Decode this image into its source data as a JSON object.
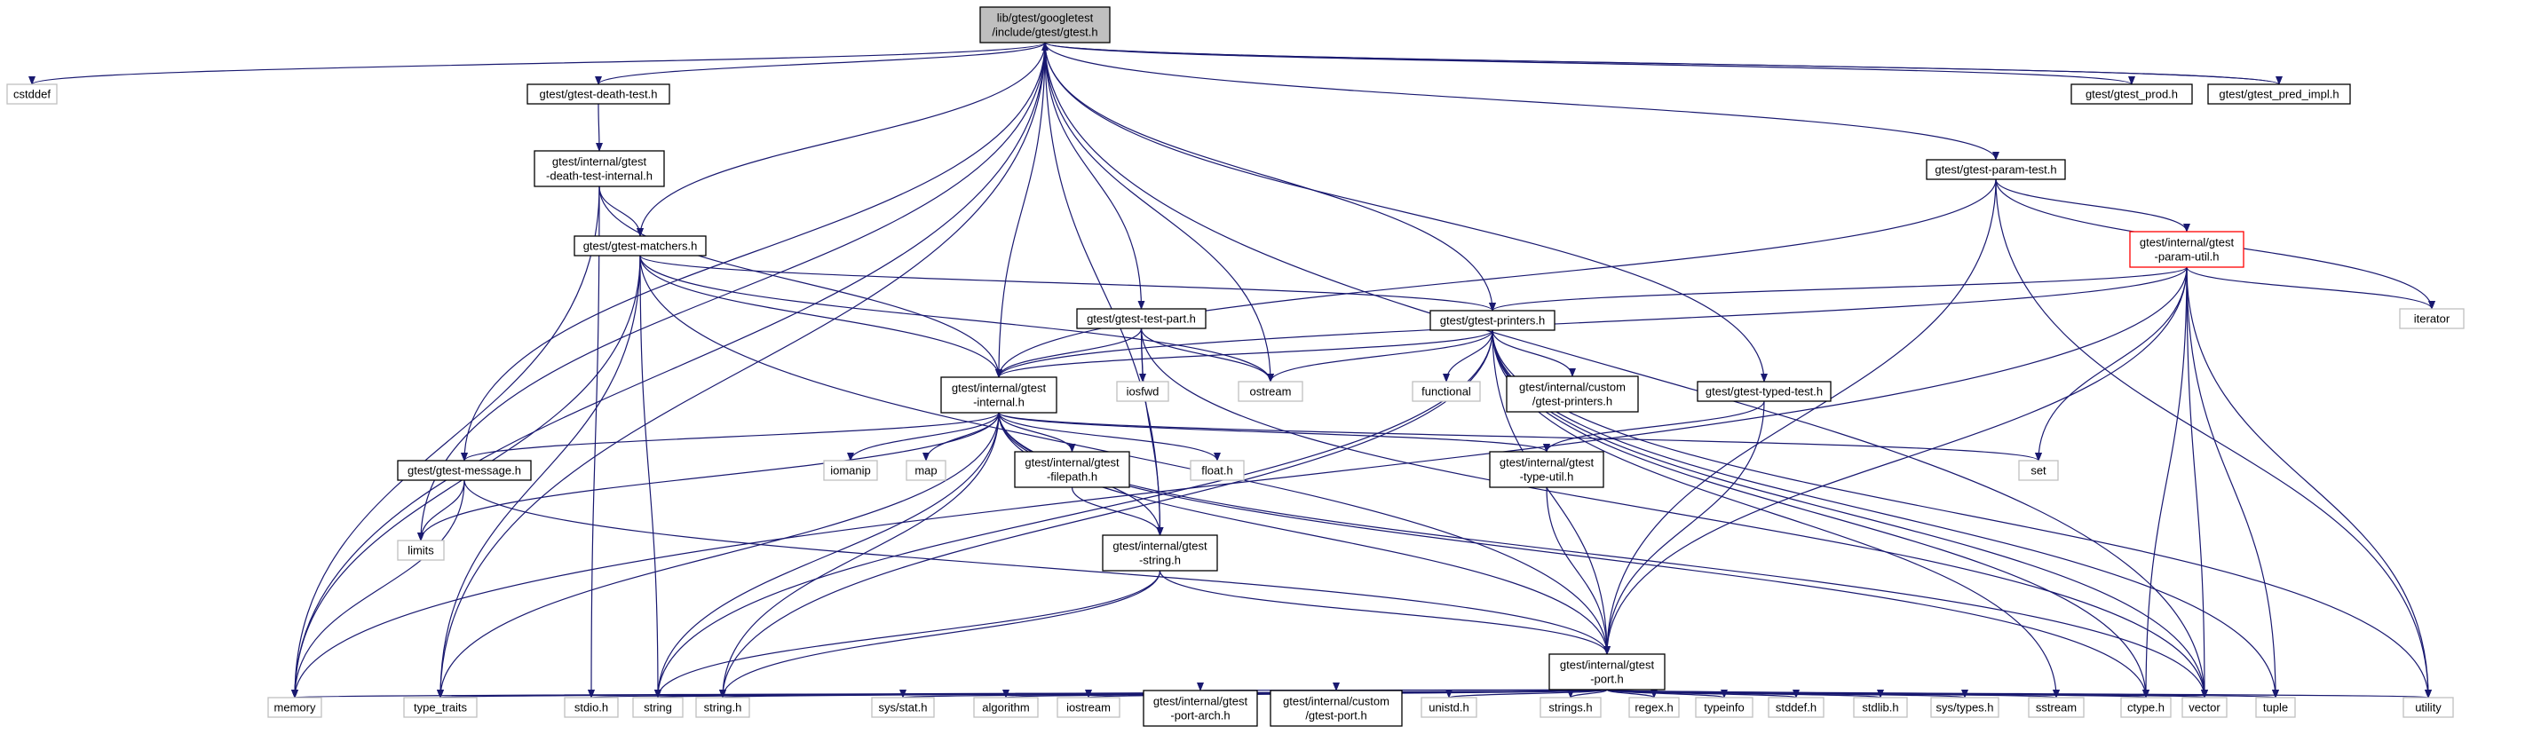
{
  "colors": {
    "edge": "#191970",
    "internal_border": "#000000",
    "external_border": "#bfbfbf",
    "external_text": "#000000",
    "root_fill": "#bfbfbf",
    "highlight_border": "#ff0000"
  },
  "nodes": [
    {
      "id": "root",
      "lines": [
        "lib/gtest/googletest",
        "/include/gtest/gtest.h"
      ],
      "kind": "root"
    },
    {
      "id": "cstddef",
      "lines": [
        "cstddef"
      ],
      "kind": "external"
    },
    {
      "id": "death_test",
      "lines": [
        "gtest/gtest-death-test.h"
      ],
      "kind": "internal"
    },
    {
      "id": "gtest_prod",
      "lines": [
        "gtest/gtest_prod.h"
      ],
      "kind": "internal"
    },
    {
      "id": "pred_impl",
      "lines": [
        "gtest/gtest_pred_impl.h"
      ],
      "kind": "internal"
    },
    {
      "id": "death_internal",
      "lines": [
        "gtest/internal/gtest",
        "-death-test-internal.h"
      ],
      "kind": "internal"
    },
    {
      "id": "param_test",
      "lines": [
        "gtest/gtest-param-test.h"
      ],
      "kind": "internal"
    },
    {
      "id": "matchers",
      "lines": [
        "gtest/gtest-matchers.h"
      ],
      "kind": "internal"
    },
    {
      "id": "param_util",
      "lines": [
        "gtest/internal/gtest",
        "-param-util.h"
      ],
      "kind": "highlight"
    },
    {
      "id": "iterator",
      "lines": [
        "iterator"
      ],
      "kind": "external"
    },
    {
      "id": "test_part",
      "lines": [
        "gtest/gtest-test-part.h"
      ],
      "kind": "internal"
    },
    {
      "id": "printers",
      "lines": [
        "gtest/gtest-printers.h"
      ],
      "kind": "internal"
    },
    {
      "id": "internal",
      "lines": [
        "gtest/internal/gtest",
        "-internal.h"
      ],
      "kind": "internal"
    },
    {
      "id": "iosfwd",
      "lines": [
        "iosfwd"
      ],
      "kind": "external"
    },
    {
      "id": "ostream",
      "lines": [
        "ostream"
      ],
      "kind": "external"
    },
    {
      "id": "functional",
      "lines": [
        "functional"
      ],
      "kind": "external"
    },
    {
      "id": "custom_printers",
      "lines": [
        "gtest/internal/custom",
        "/gtest-printers.h"
      ],
      "kind": "internal"
    },
    {
      "id": "typed_test",
      "lines": [
        "gtest/gtest-typed-test.h"
      ],
      "kind": "internal"
    },
    {
      "id": "message",
      "lines": [
        "gtest/gtest-message.h"
      ],
      "kind": "internal"
    },
    {
      "id": "iomanip",
      "lines": [
        "iomanip"
      ],
      "kind": "external"
    },
    {
      "id": "map",
      "lines": [
        "map"
      ],
      "kind": "external"
    },
    {
      "id": "filepath",
      "lines": [
        "gtest/internal/gtest",
        "-filepath.h"
      ],
      "kind": "internal"
    },
    {
      "id": "float_h",
      "lines": [
        "float.h"
      ],
      "kind": "external"
    },
    {
      "id": "type_util",
      "lines": [
        "gtest/internal/gtest",
        "-type-util.h"
      ],
      "kind": "internal"
    },
    {
      "id": "set",
      "lines": [
        "set"
      ],
      "kind": "external"
    },
    {
      "id": "limits",
      "lines": [
        "limits"
      ],
      "kind": "external"
    },
    {
      "id": "gstring",
      "lines": [
        "gtest/internal/gtest",
        "-string.h"
      ],
      "kind": "internal"
    },
    {
      "id": "port",
      "lines": [
        "gtest/internal/gtest",
        "-port.h"
      ],
      "kind": "internal"
    },
    {
      "id": "memory",
      "lines": [
        "memory"
      ],
      "kind": "external"
    },
    {
      "id": "type_traits",
      "lines": [
        "type_traits"
      ],
      "kind": "external"
    },
    {
      "id": "stdio_h",
      "lines": [
        "stdio.h"
      ],
      "kind": "external"
    },
    {
      "id": "string",
      "lines": [
        "string"
      ],
      "kind": "external"
    },
    {
      "id": "string_h",
      "lines": [
        "string.h"
      ],
      "kind": "external"
    },
    {
      "id": "sys_stat",
      "lines": [
        "sys/stat.h"
      ],
      "kind": "external"
    },
    {
      "id": "algorithm",
      "lines": [
        "algorithm"
      ],
      "kind": "external"
    },
    {
      "id": "iostream",
      "lines": [
        "iostream"
      ],
      "kind": "external"
    },
    {
      "id": "port_arch",
      "lines": [
        "gtest/internal/gtest",
        "-port-arch.h"
      ],
      "kind": "internal"
    },
    {
      "id": "custom_port",
      "lines": [
        "gtest/internal/custom",
        "/gtest-port.h"
      ],
      "kind": "internal"
    },
    {
      "id": "unistd",
      "lines": [
        "unistd.h"
      ],
      "kind": "external"
    },
    {
      "id": "strings_h",
      "lines": [
        "strings.h"
      ],
      "kind": "external"
    },
    {
      "id": "regex",
      "lines": [
        "regex.h"
      ],
      "kind": "external"
    },
    {
      "id": "typeinfo",
      "lines": [
        "typeinfo"
      ],
      "kind": "external"
    },
    {
      "id": "stddef_h",
      "lines": [
        "stddef.h"
      ],
      "kind": "external"
    },
    {
      "id": "stdlib_h",
      "lines": [
        "stdlib.h"
      ],
      "kind": "external"
    },
    {
      "id": "sys_types",
      "lines": [
        "sys/types.h"
      ],
      "kind": "external"
    },
    {
      "id": "sstream",
      "lines": [
        "sstream"
      ],
      "kind": "external"
    },
    {
      "id": "ctype_h",
      "lines": [
        "ctype.h"
      ],
      "kind": "external"
    },
    {
      "id": "vector",
      "lines": [
        "vector"
      ],
      "kind": "external"
    },
    {
      "id": "tuple",
      "lines": [
        "tuple"
      ],
      "kind": "external"
    },
    {
      "id": "utility",
      "lines": [
        "utility"
      ],
      "kind": "external"
    }
  ],
  "edges": [
    [
      "root",
      "cstddef"
    ],
    [
      "root",
      "death_test"
    ],
    [
      "root",
      "gtest_prod"
    ],
    [
      "root",
      "pred_impl"
    ],
    [
      "root",
      "param_test"
    ],
    [
      "root",
      "matchers"
    ],
    [
      "root",
      "test_part"
    ],
    [
      "root",
      "printers"
    ],
    [
      "root",
      "internal"
    ],
    [
      "root",
      "ostream"
    ],
    [
      "root",
      "typed_test"
    ],
    [
      "root",
      "message"
    ],
    [
      "root",
      "limits"
    ],
    [
      "root",
      "gstring"
    ],
    [
      "root",
      "memory"
    ],
    [
      "root",
      "type_traits"
    ],
    [
      "root",
      "vector"
    ],
    [
      "pred_impl",
      "root"
    ],
    [
      "death_test",
      "death_internal"
    ],
    [
      "death_internal",
      "matchers"
    ],
    [
      "death_internal",
      "internal"
    ],
    [
      "death_internal",
      "memory"
    ],
    [
      "death_internal",
      "stdio_h"
    ],
    [
      "param_test",
      "internal"
    ],
    [
      "param_test",
      "param_util"
    ],
    [
      "param_test",
      "port"
    ],
    [
      "param_test",
      "iterator"
    ],
    [
      "param_test",
      "utility"
    ],
    [
      "matchers",
      "printers"
    ],
    [
      "matchers",
      "internal"
    ],
    [
      "matchers",
      "port"
    ],
    [
      "matchers",
      "ostream"
    ],
    [
      "matchers",
      "memory"
    ],
    [
      "matchers",
      "type_traits"
    ],
    [
      "matchers",
      "string"
    ],
    [
      "param_util",
      "printers"
    ],
    [
      "param_util",
      "internal"
    ],
    [
      "param_util",
      "port"
    ],
    [
      "param_util",
      "iterator"
    ],
    [
      "param_util",
      "set"
    ],
    [
      "param_util",
      "memory"
    ],
    [
      "param_util",
      "vector"
    ],
    [
      "param_util",
      "utility"
    ],
    [
      "param_util",
      "tuple"
    ],
    [
      "param_util",
      "ctype_h"
    ],
    [
      "test_part",
      "internal"
    ],
    [
      "test_part",
      "iosfwd"
    ],
    [
      "test_part",
      "gstring"
    ],
    [
      "test_part",
      "ostream"
    ],
    [
      "test_part",
      "vector"
    ],
    [
      "printers",
      "internal"
    ],
    [
      "printers",
      "port"
    ],
    [
      "printers",
      "ostream"
    ],
    [
      "printers",
      "functional"
    ],
    [
      "printers",
      "custom_printers"
    ],
    [
      "printers",
      "sstream"
    ],
    [
      "printers",
      "string"
    ],
    [
      "printers",
      "string_h"
    ],
    [
      "printers",
      "vector"
    ],
    [
      "printers",
      "tuple"
    ],
    [
      "printers",
      "utility"
    ],
    [
      "printers",
      "ctype_h"
    ],
    [
      "typed_test",
      "type_util"
    ],
    [
      "typed_test",
      "port"
    ],
    [
      "internal",
      "message"
    ],
    [
      "internal",
      "iomanip"
    ],
    [
      "internal",
      "map"
    ],
    [
      "internal",
      "filepath"
    ],
    [
      "internal",
      "float_h"
    ],
    [
      "internal",
      "type_util"
    ],
    [
      "internal",
      "set"
    ],
    [
      "internal",
      "limits"
    ],
    [
      "internal",
      "gstring"
    ],
    [
      "internal",
      "port"
    ],
    [
      "internal",
      "string"
    ],
    [
      "internal",
      "string_h"
    ],
    [
      "internal",
      "type_traits"
    ],
    [
      "internal",
      "vector"
    ],
    [
      "internal",
      "ctype_h"
    ],
    [
      "message",
      "limits"
    ],
    [
      "message",
      "memory"
    ],
    [
      "message",
      "port"
    ],
    [
      "filepath",
      "gstring"
    ],
    [
      "type_util",
      "port"
    ],
    [
      "gstring",
      "port"
    ],
    [
      "gstring",
      "string"
    ],
    [
      "gstring",
      "string_h"
    ],
    [
      "port",
      "memory"
    ],
    [
      "port",
      "type_traits"
    ],
    [
      "port",
      "stdio_h"
    ],
    [
      "port",
      "string"
    ],
    [
      "port",
      "string_h"
    ],
    [
      "port",
      "sys_stat"
    ],
    [
      "port",
      "algorithm"
    ],
    [
      "port",
      "iostream"
    ],
    [
      "port",
      "port_arch"
    ],
    [
      "port",
      "custom_port"
    ],
    [
      "port",
      "unistd"
    ],
    [
      "port",
      "strings_h"
    ],
    [
      "port",
      "regex"
    ],
    [
      "port",
      "typeinfo"
    ],
    [
      "port",
      "stddef_h"
    ],
    [
      "port",
      "stdlib_h"
    ],
    [
      "port",
      "sys_types"
    ],
    [
      "port",
      "sstream"
    ],
    [
      "port",
      "ctype_h"
    ],
    [
      "port",
      "vector"
    ],
    [
      "port",
      "tuple"
    ],
    [
      "port",
      "utility"
    ]
  ]
}
